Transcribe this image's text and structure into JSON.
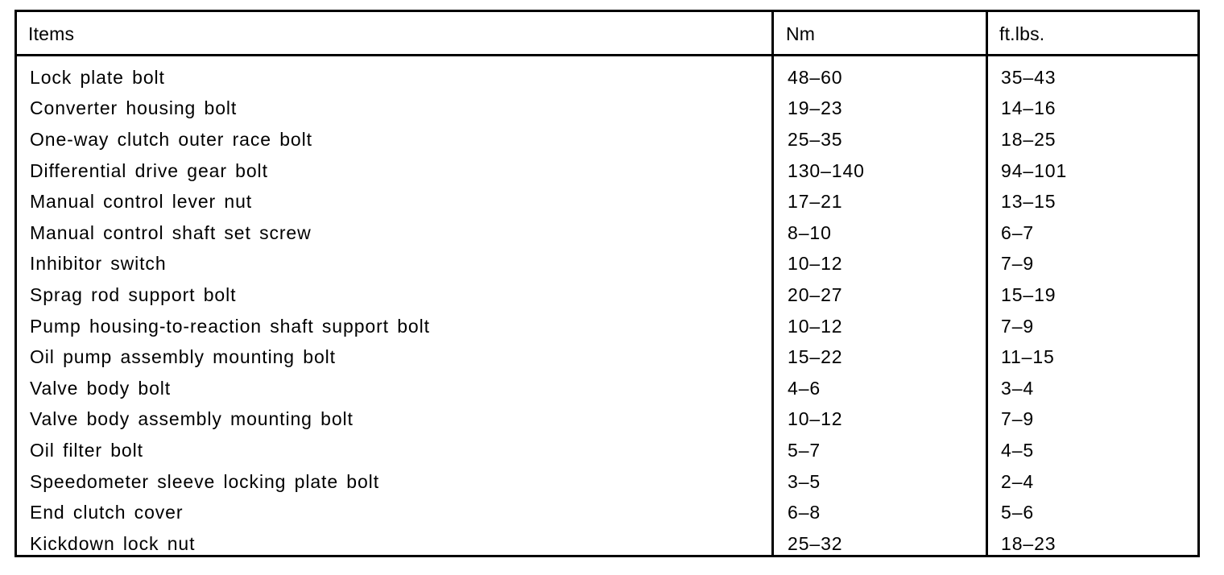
{
  "table": {
    "columns": [
      {
        "key": "item",
        "label": "Items"
      },
      {
        "key": "nm",
        "label": "Nm"
      },
      {
        "key": "ftlbs",
        "label": "ft.lbs."
      }
    ],
    "rows": [
      {
        "item": "Lock plate bolt",
        "nm": "48–60",
        "ftlbs": "35–43"
      },
      {
        "item": "Converter housing bolt",
        "nm": "19–23",
        "ftlbs": "14–16"
      },
      {
        "item": "One-way clutch outer race bolt",
        "nm": "25–35",
        "ftlbs": "18–25"
      },
      {
        "item": "Differential drive gear bolt",
        "nm": "130–140",
        "ftlbs": "94–101"
      },
      {
        "item": "Manual control lever nut",
        "nm": "17–21",
        "ftlbs": "13–15"
      },
      {
        "item": "Manual control shaft set screw",
        "nm": "8–10",
        "ftlbs": "6–7"
      },
      {
        "item": "Inhibitor switch",
        "nm": "10–12",
        "ftlbs": "7–9"
      },
      {
        "item": "Sprag rod support bolt",
        "nm": "20–27",
        "ftlbs": "15–19"
      },
      {
        "item": "Pump housing-to-reaction shaft support bolt",
        "nm": "10–12",
        "ftlbs": "7–9"
      },
      {
        "item": "Oil pump assembly mounting bolt",
        "nm": "15–22",
        "ftlbs": "11–15"
      },
      {
        "item": "Valve body bolt",
        "nm": "4–6",
        "ftlbs": "3–4"
      },
      {
        "item": "Valve body assembly mounting bolt",
        "nm": "10–12",
        "ftlbs": "7–9"
      },
      {
        "item": "Oil filter bolt",
        "nm": "5–7",
        "ftlbs": "4–5"
      },
      {
        "item": "Speedometer sleeve locking plate bolt",
        "nm": "3–5",
        "ftlbs": "2–4"
      },
      {
        "item": "End clutch cover",
        "nm": "6–8",
        "ftlbs": "5–6"
      },
      {
        "item": "Kickdown lock nut",
        "nm": "25–32",
        "ftlbs": "18–23"
      }
    ]
  },
  "colors": {
    "ink": "#000000",
    "paper": "#ffffff"
  }
}
